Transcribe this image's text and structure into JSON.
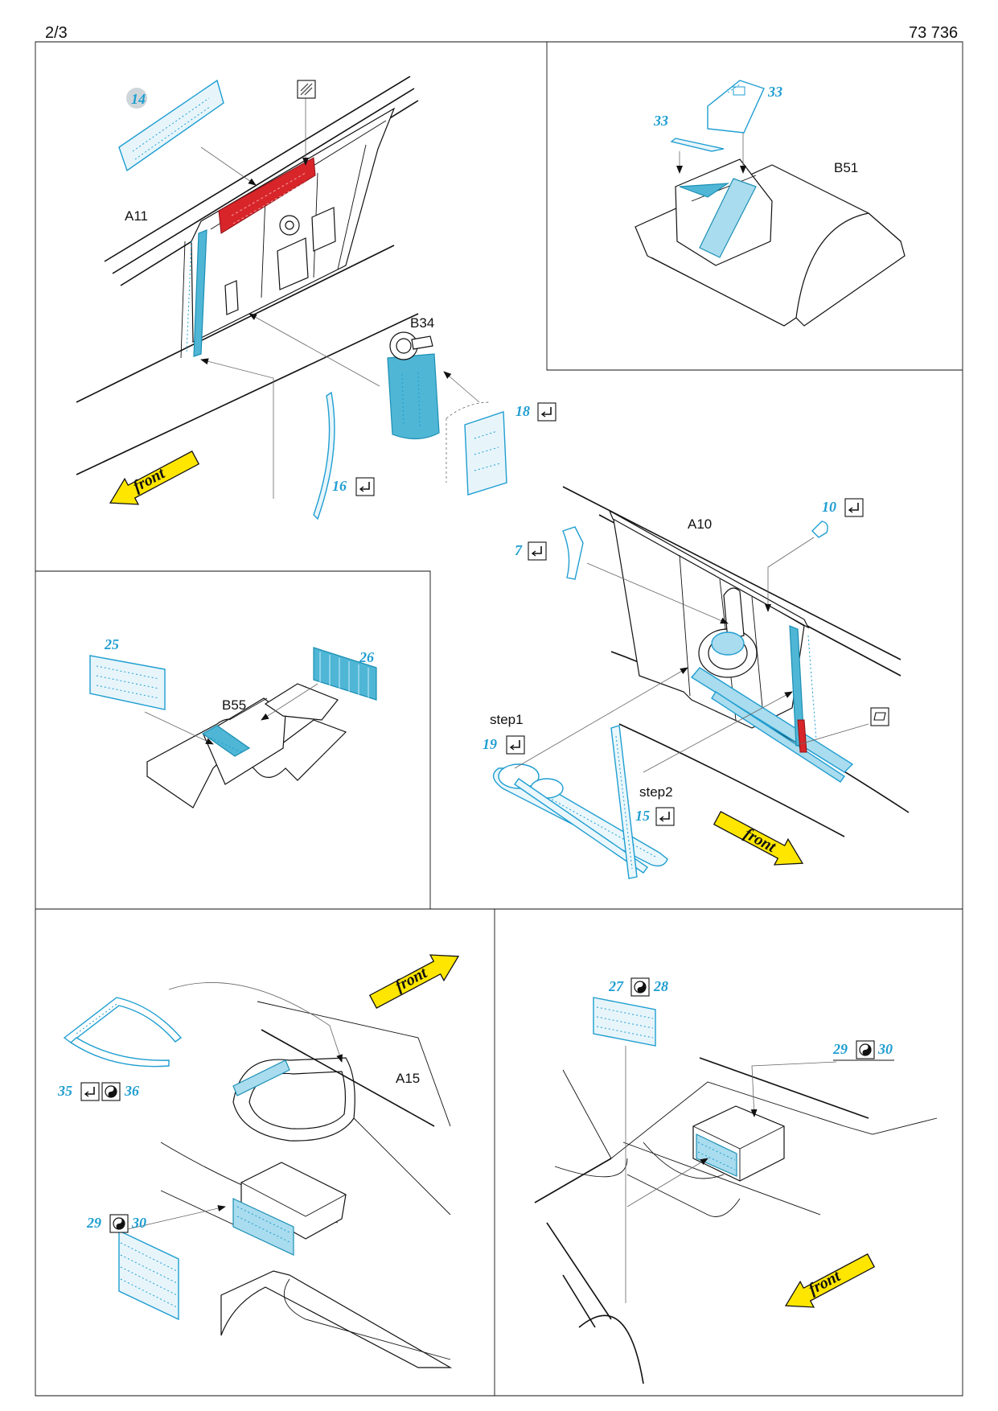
{
  "header": {
    "page": "2/3",
    "code": "73 736"
  },
  "colors": {
    "etch_blue": "#1f9ed1",
    "paint_red": "#d8252a",
    "front_arrow_yellow": "#ffe600"
  },
  "icons": {
    "bend": "bend-icon",
    "flip": "flip-icon",
    "painted_part": "painted-part-icon",
    "part_shape": "part-shape-icon"
  },
  "panels": {
    "p1": {
      "part": "A11",
      "part2": "B34",
      "parts": [
        "14",
        "16",
        "18"
      ],
      "front": "front"
    },
    "p2": {
      "part": "B51",
      "parts": [
        "33",
        "33"
      ]
    },
    "p3": {
      "part": "B55",
      "parts": [
        "25",
        "26"
      ]
    },
    "p4": {
      "part": "A10",
      "parts": [
        "10",
        "7",
        "19",
        "15"
      ],
      "step1": "step1",
      "step2": "step2",
      "front": "front"
    },
    "p5": {
      "part": "A15",
      "parts": [
        "35",
        "36",
        "29",
        "30"
      ],
      "front": "front"
    },
    "p6": {
      "parts": [
        "27",
        "28",
        "29",
        "30"
      ],
      "front": "front"
    }
  }
}
